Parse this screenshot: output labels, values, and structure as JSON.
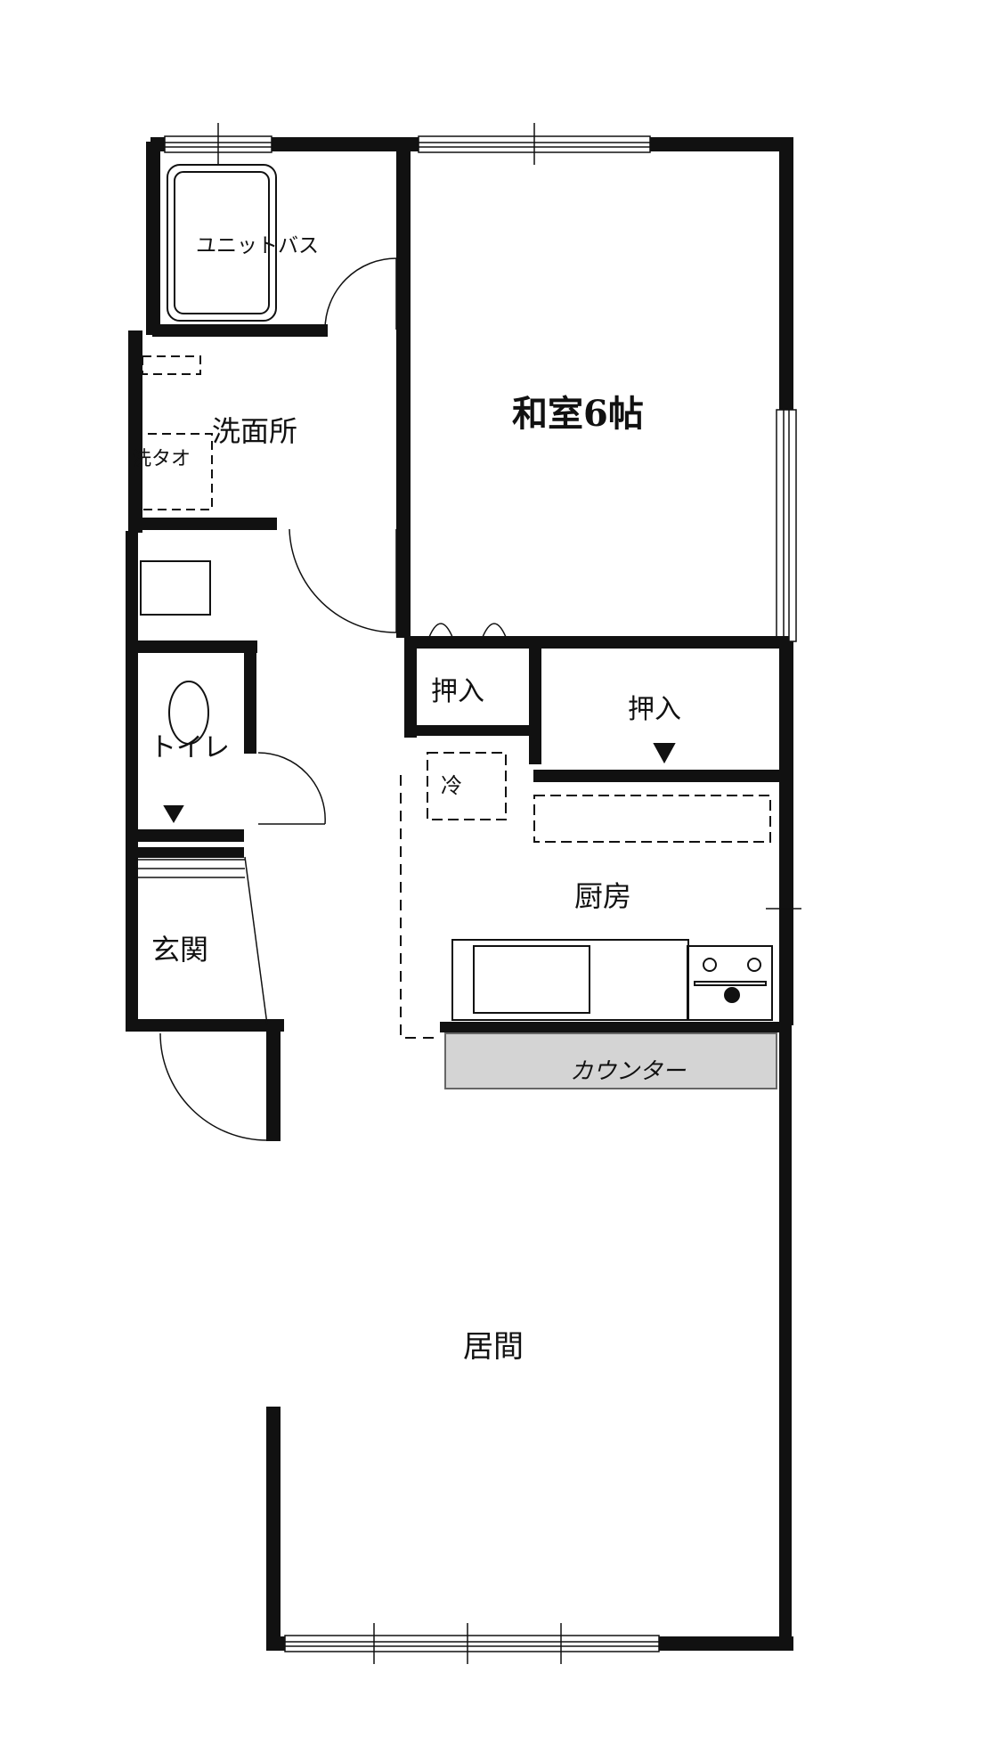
{
  "rooms": {
    "washitsu": "和室6帖",
    "unit_bath": "ユニットバス",
    "senmenjo": "洗面所",
    "washer": "洗タオ",
    "oshiire_small": "押入",
    "oshiire_large": "押入",
    "fridge": "冷",
    "toilet": "トイレ",
    "kitchen": "厨房",
    "genkan": "玄関",
    "counter": "カウンター",
    "ima": "居間"
  },
  "colors": {
    "wall": "#111111",
    "line": "#1a1a1a",
    "counter_fill": "#d4d4d4",
    "paper": "#ffffff"
  }
}
